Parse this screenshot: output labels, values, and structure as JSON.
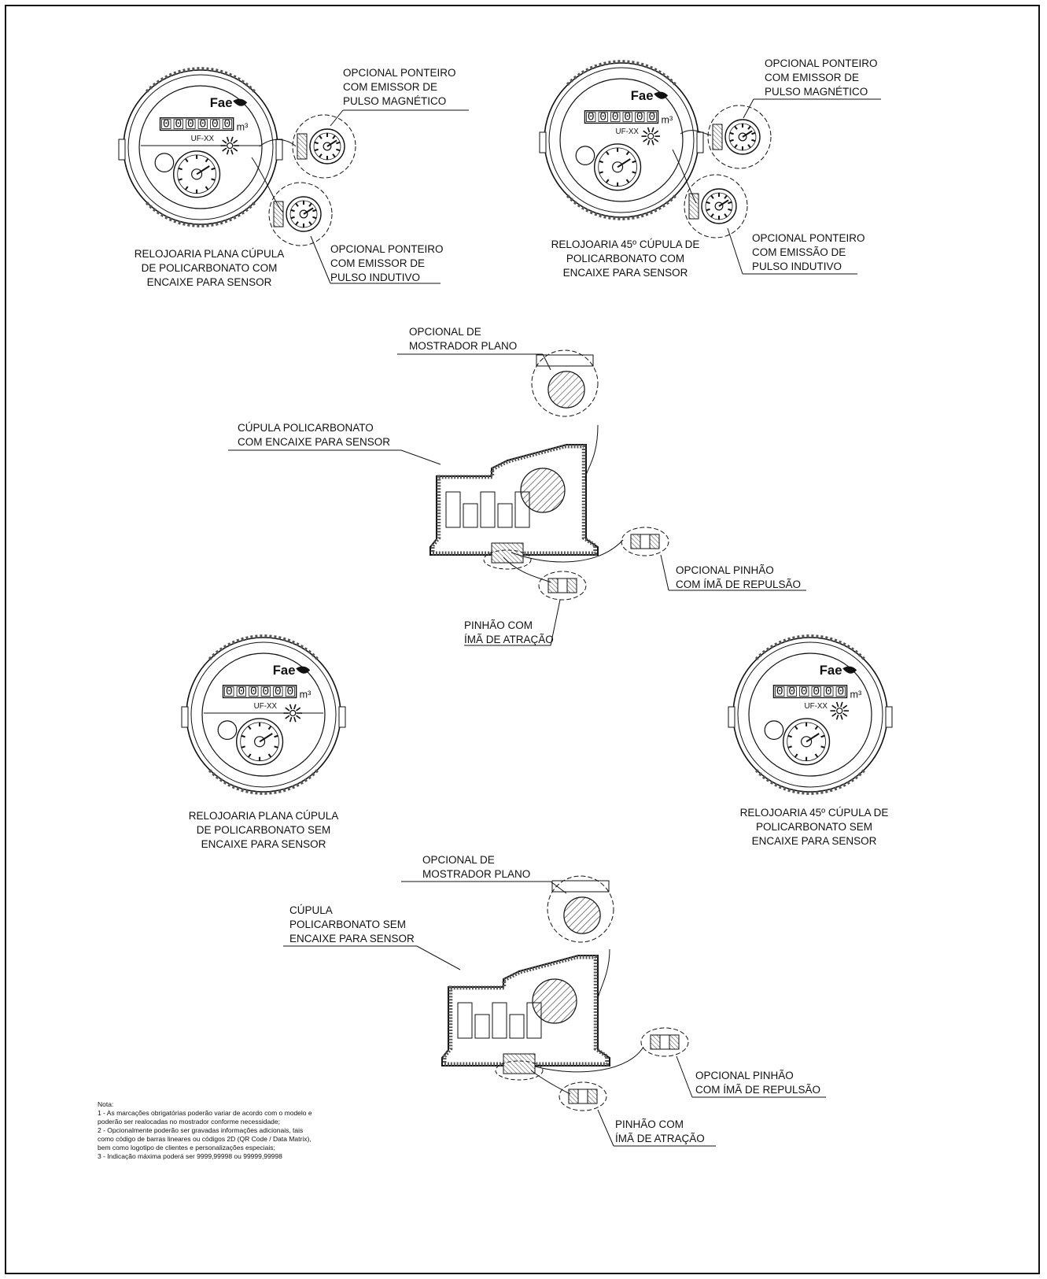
{
  "labels": {
    "tl_magnetic": [
      "OPCIONAL PONTEIRO",
      "COM EMISSOR DE",
      "PULSO MAGNÉTICO"
    ],
    "tl_inductive": [
      "OPCIONAL PONTEIRO",
      "COM EMISSOR DE",
      "PULSO INDUTIVO"
    ],
    "tl_caption": [
      "RELOJOARIA PLANA CÚPULA",
      "DE POLICARBONATO COM",
      "ENCAIXE PARA SENSOR"
    ],
    "tr_magnetic": [
      "OPCIONAL PONTEIRO",
      "COM EMISSOR DE",
      "PULSO MAGNÉTICO"
    ],
    "tr_inductive": [
      "OPCIONAL PONTEIRO",
      "COM EMISSÃO DE",
      "PULSO INDUTIVO"
    ],
    "tr_caption": [
      "RELOJOARIA 45º CÚPULA  DE",
      "POLICARBONATO COM",
      "ENCAIXE PARA SENSOR"
    ],
    "s1_flat": [
      "OPCIONAL DE",
      "MOSTRADOR  PLANO"
    ],
    "s1_dome": [
      "CÚPULA POLICARBONATO",
      "COM ENCAIXE PARA SENSOR"
    ],
    "s1_repulsion": [
      "OPCIONAL PINHÃO",
      "COM ÍMÃ DE REPULSÃO"
    ],
    "s1_attraction": [
      "PINHÃO COM",
      "ÍMÃ DE ATRAÇÃO"
    ],
    "bl_caption": [
      "RELOJOARIA PLANA CÚPULA",
      "DE POLICARBONATO SEM",
      "ENCAIXE PARA SENSOR"
    ],
    "br_caption": [
      "RELOJOARIA 45º CÚPULA  DE",
      "POLICARBONATO  SEM",
      "ENCAIXE PARA SENSOR"
    ],
    "s2_flat": [
      "OPCIONAL DE",
      "MOSTRADOR  PLANO"
    ],
    "s2_dome": [
      "CÚPULA",
      "POLICARBONATO  SEM",
      "ENCAIXE PARA SENSOR"
    ],
    "s2_repulsion": [
      "OPCIONAL PINHÃO",
      "COM ÍMÃ DE REPULSÃO"
    ],
    "s2_attraction": [
      "PINHÃO COM",
      "ÍMÃ DE ATRAÇÃO"
    ]
  },
  "meter_text": {
    "brand": "Fae",
    "counter_flat": "000000",
    "counter_45": "000000",
    "unit": "m³",
    "model": "UF-XX"
  },
  "note": {
    "title": "Nota:",
    "lines": [
      "1 - As marcações obrigatórias poderão variar de acordo com o modelo e",
      "poderão  ser realocadas no mostrador conforme necessidade;",
      "2 - Opcionalmente poderão ser gravadas informações adicionais, tais",
      "como código de barras lineares ou códigos 2D (QR Code / Data Matrix),",
      "bem como logotipo de clientes e personalizações especiais;",
      "3 - Indicação máxima poderá ser 9999,99998 ou 99999,99998"
    ]
  }
}
